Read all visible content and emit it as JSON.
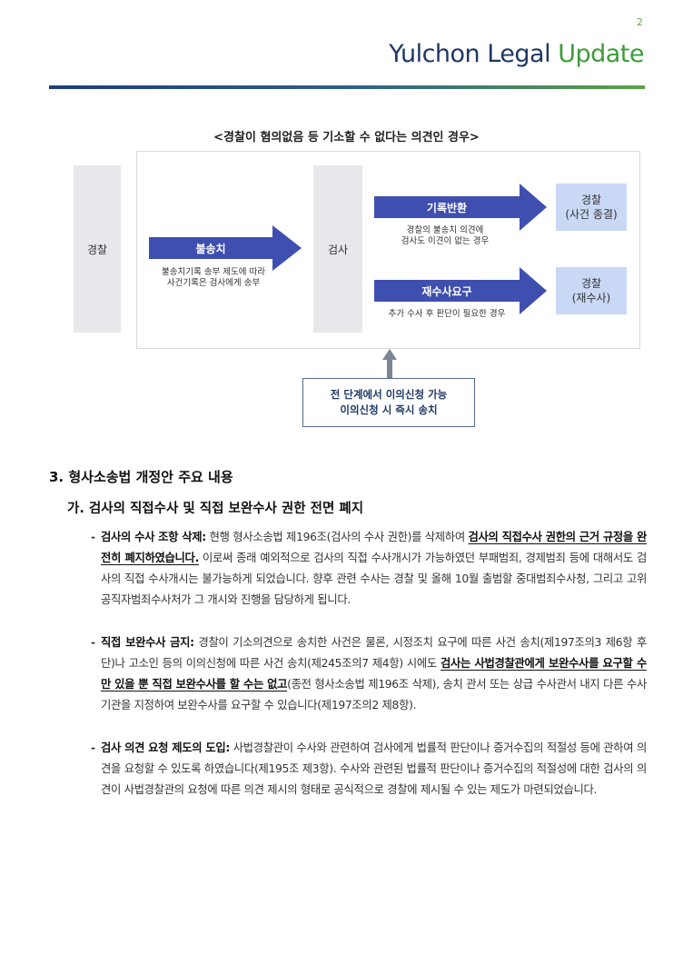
{
  "header": {
    "page_number": "2",
    "brand_part1": "Yulchon Legal",
    "brand_part2": "Update"
  },
  "diagram": {
    "title": "<경찰이 혐의없음 등 기소할 수 없다는 의견인 경우>",
    "police_label": "경찰",
    "prosecutor_label": "검사",
    "arrow_non_referral": {
      "label": "불송치",
      "caption_line1": "불송치기록 송부 제도에 따라",
      "caption_line2": "사건기록은 검사에게 송부"
    },
    "arrow_return": {
      "label": "기록반환",
      "caption_line1": "경찰의 불송치 의견에",
      "caption_line2": "검사도 이견이 없는 경우"
    },
    "arrow_reinvestigation": {
      "label": "재수사요구",
      "caption_line1": "추가 수사 후 판단이 필요한 경우"
    },
    "result_closed": {
      "line1": "경찰",
      "line2": "(사건 종결)"
    },
    "result_reinvestigation": {
      "line1": "경찰",
      "line2": "(재수사)"
    },
    "note": {
      "line1": "전 단계에서 이의신청 가능",
      "line2": "이의신청 시 즉시 송치"
    },
    "colors": {
      "arrow": "#3f4fb0",
      "column": "#e7e7ec",
      "result": "#c9d8f5"
    }
  },
  "section": {
    "heading": "3. 형사소송법 개정안 주요 내용",
    "subheading": "가. 검사의 직접수사 및 직접 보완수사 권한 전면 폐지"
  },
  "paragraphs": {
    "p1": {
      "dash": "-",
      "lead": "검사의 수사 조항 삭제:",
      "t1": " 현행 형사소송법 제196조(검사의 수사 권한)를 삭제하여 ",
      "u1": "검사의 직접수사 권한의 근거 규정을 완전히 폐지하였습니다.",
      "t2": " 이로써 종래 예외적으로 검사의 직접 수사개시가 가능하였던 부패범죄, 경제범죄 등에 대해서도 검사의 직접 수사개시는 불가능하게 되었습니다. 향후 관련 수사는 경찰 및 올해 10월 출범할 중대범죄수사청, 그리고 고위공직자범죄수사처가 그 개시와 진행을 담당하게 됩니다."
    },
    "p2": {
      "dash": "-",
      "lead": "직접 보완수사 금지:",
      "t1": " 경찰이 기소의견으로 송치한 사건은 물론, 시정조치 요구에 따른 사건 송치(제197조의3 제6항 후단)나 고소인 등의 이의신청에 따른 사건 송치(제245조의7 제4항) 시에도 ",
      "u1": "검사는 사법경찰관에게 보완수사를 요구할 수만 있을 뿐 직접 보완수사를 할 수는 없고",
      "t2": "(종전 형사소송법 제196조 삭제), 송치 관서 또는 상급 수사관서 내지 다른 수사기관을 지정하여 보완수사를 요구할 수 있습니다(제197조의2 제8항)."
    },
    "p3": {
      "dash": "-",
      "lead": "검사 의견 요청 제도의 도입:",
      "t1": " 사법경찰관이 수사와 관련하여 검사에게 법률적 판단이나 증거수집의 적절성 등에 관하여 의견을 요청할 수 있도록 하였습니다(제195조 제3항). 수사와 관련된 법률적 판단이나 증거수집의 적절성에 대한 검사의 의견이 사법경찰관의 요청에 따른 의견 제시의 형태로 공식적으로 경찰에 제시될 수 있는 제도가 마련되었습니다."
    }
  }
}
